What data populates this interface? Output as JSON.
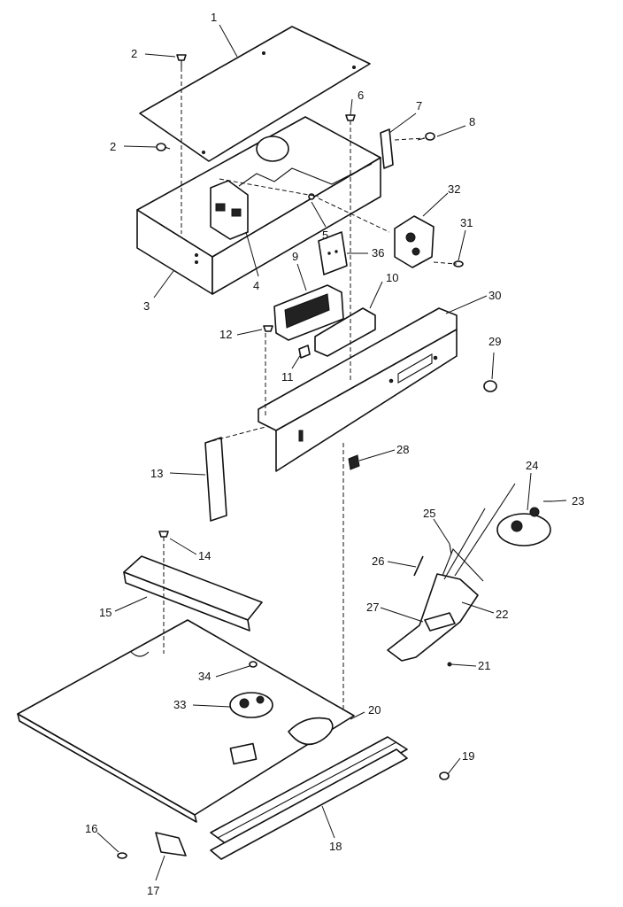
{
  "diagram": {
    "callouts": [
      "1",
      "2",
      "2",
      "3",
      "4",
      "5",
      "6",
      "7",
      "8",
      "9",
      "36",
      "10",
      "11",
      "12",
      "13",
      "14",
      "15",
      "16",
      "17",
      "18",
      "19",
      "20",
      "21",
      "22",
      "23",
      "24",
      "25",
      "26",
      "27",
      "28",
      "29",
      "30",
      "31",
      "32",
      "33",
      "34"
    ]
  }
}
